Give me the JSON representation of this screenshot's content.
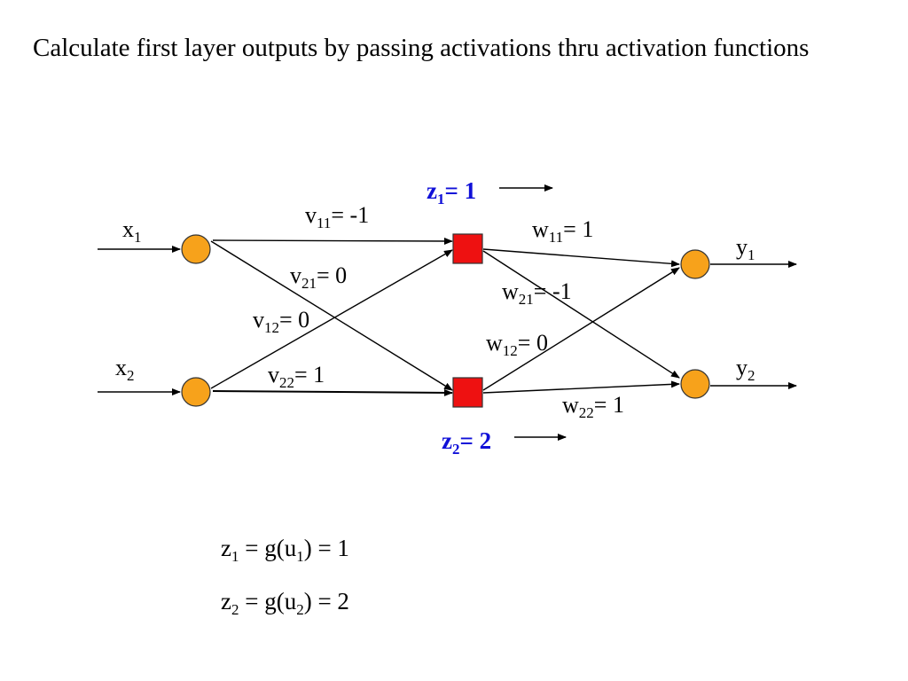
{
  "title": "Calculate first layer outputs by passing activations thru activation functions",
  "colors": {
    "input_node": "#f7a21b",
    "output_node": "#f7a21b",
    "hidden_node": "#ee1111",
    "highlight_text": "#1010d8"
  },
  "inputs": [
    {
      "base": "x",
      "sub": "1"
    },
    {
      "base": "x",
      "sub": "2"
    }
  ],
  "outputs": [
    {
      "base": "y",
      "sub": "1"
    },
    {
      "base": "y",
      "sub": "2"
    }
  ],
  "v_weights": [
    {
      "base": "v",
      "sub": "11",
      "value": "= -1"
    },
    {
      "base": "v",
      "sub": "21",
      "value": "= 0"
    },
    {
      "base": "v",
      "sub": "12",
      "value": "= 0"
    },
    {
      "base": "v",
      "sub": "22",
      "value": "= 1"
    }
  ],
  "w_weights": [
    {
      "base": "w",
      "sub": "11",
      "value": "= 1"
    },
    {
      "base": "w",
      "sub": "21",
      "value": "= -1"
    },
    {
      "base": "w",
      "sub": "12",
      "value": "= 0"
    },
    {
      "base": "w",
      "sub": "22",
      "value": "= 1"
    }
  ],
  "hidden_outputs": [
    {
      "base": "z",
      "sub": "1",
      "value": "= 1"
    },
    {
      "base": "z",
      "sub": "2",
      "value": "= 2"
    }
  ],
  "equations": [
    {
      "lhs": "z",
      "lhs_sub": "1",
      "mid": " = g(u",
      "arg_sub": "1",
      "rhs": ") = 1"
    },
    {
      "lhs": "z",
      "lhs_sub": "2",
      "mid": " = g(u",
      "arg_sub": "2",
      "rhs": ")  = 2"
    }
  ]
}
